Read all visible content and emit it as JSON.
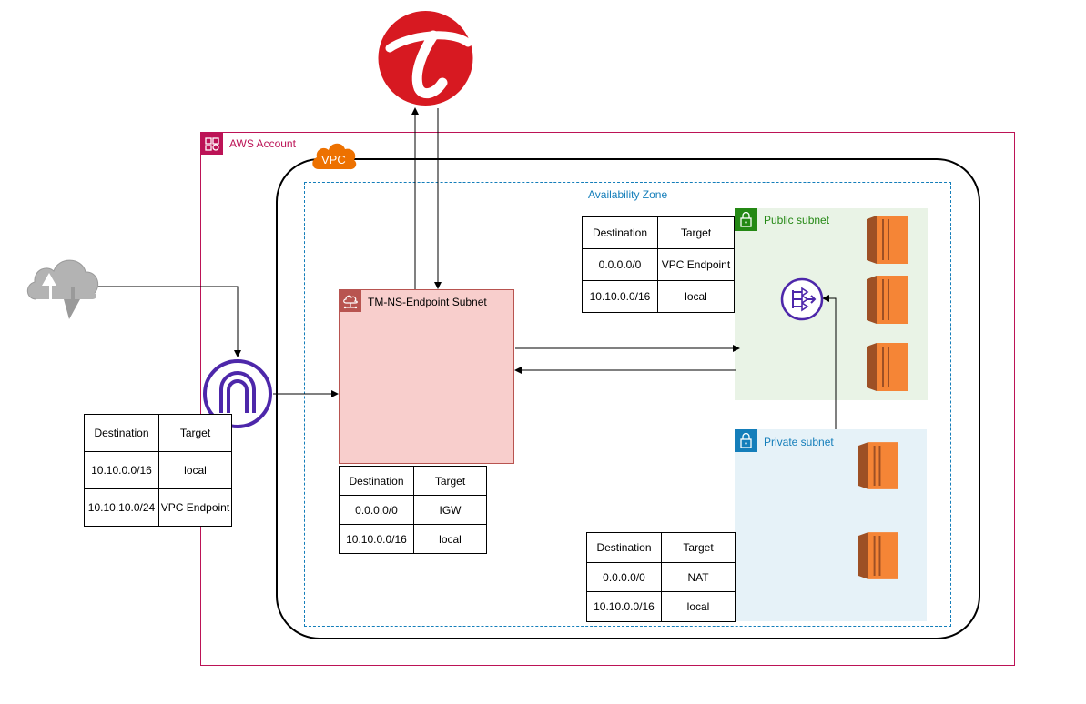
{
  "account": {
    "label": "AWS Account",
    "accent": "#bc1356"
  },
  "vpc": {
    "badge": "VPC",
    "badge_color": "#ed7100"
  },
  "availability_zone": {
    "label": "Availability Zone",
    "color": "#147eba"
  },
  "endpoint_subnet": {
    "label": "TM-NS-Endpoint Subnet",
    "fill": "#f8cecc",
    "stroke": "#b85450"
  },
  "public_subnet": {
    "label": "Public subnet",
    "fill": "#e9f3e6",
    "color": "#248814"
  },
  "private_subnet": {
    "label": "Private subnet",
    "fill": "#e6f2f8",
    "color": "#147eba"
  },
  "icons": {
    "trend_logo": "trend-micro-logo",
    "cloud": "internet-cloud-icon",
    "igw": "internet-gateway-icon",
    "nat": "nat-gateway-icon",
    "ec2": "ec2-instance-icon",
    "lock": "lock-icon"
  },
  "tables": {
    "igw_table": {
      "headers": [
        "Destination",
        "Target"
      ],
      "rows": [
        [
          "10.10.0.0/16",
          "local"
        ],
        [
          "10.10.10.0/24",
          "VPC Endpoint"
        ]
      ]
    },
    "endpoint_table": {
      "headers": [
        "Destination",
        "Target"
      ],
      "rows": [
        [
          "0.0.0.0/0",
          "IGW"
        ],
        [
          "10.10.0.0/16",
          "local"
        ]
      ]
    },
    "public_table": {
      "headers": [
        "Destination",
        "Target"
      ],
      "rows": [
        [
          "0.0.0.0/0",
          "VPC Endpoint"
        ],
        [
          "10.10.0.0/16",
          "local"
        ]
      ]
    },
    "private_table": {
      "headers": [
        "Destination",
        "Target"
      ],
      "rows": [
        [
          "0.0.0.0/0",
          "NAT"
        ],
        [
          "10.10.0.0/16",
          "local"
        ]
      ]
    }
  }
}
